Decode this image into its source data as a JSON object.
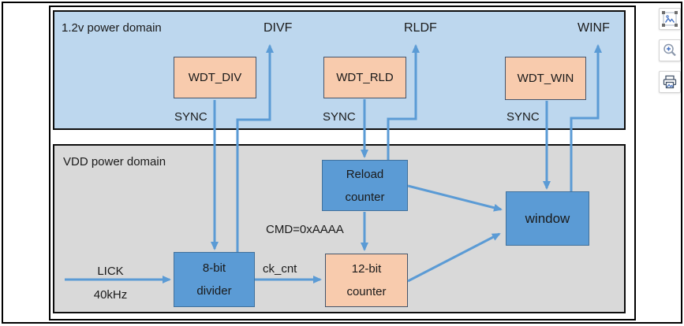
{
  "figure": {
    "domain_top": {
      "label": "1.2v power domain",
      "flags": [
        {
          "name": "DIVF"
        },
        {
          "name": "RLDF"
        },
        {
          "name": "WINF"
        }
      ],
      "registers": [
        {
          "label": "WDT_DIV",
          "sync": "SYNC"
        },
        {
          "label": "WDT_RLD",
          "sync": "SYNC"
        },
        {
          "label": "WDT_WIN",
          "sync": "SYNC"
        }
      ]
    },
    "domain_bottom": {
      "label": "VDD power domain",
      "blocks": {
        "reload_counter": {
          "line1": "Reload",
          "line2": "counter"
        },
        "window_block": {
          "label": "window"
        },
        "divider": {
          "line1": "8-bit",
          "line2": "divider"
        },
        "counter_12bit": {
          "line1": "12-bit",
          "line2": "counter"
        }
      },
      "labels": {
        "cmd": "CMD=0xAAAA",
        "clock_name": "LICK",
        "clock_freq": "40kHz",
        "ck_cnt": "ck_cnt"
      }
    },
    "colors": {
      "domain_top_fill": "#BDD7EE",
      "domain_bottom_fill": "#D9D9D9",
      "block_blue_fill": "#5B9BD5",
      "block_blue_border": "#41719C",
      "block_peach_fill": "#F8CBAD",
      "block_peach_border": "#44546A",
      "arrow": "#5B9BD5"
    }
  },
  "toolbar": {
    "buttons": [
      {
        "icon": "image-icon"
      },
      {
        "icon": "zoom-in-icon"
      },
      {
        "icon": "print-icon"
      }
    ]
  }
}
